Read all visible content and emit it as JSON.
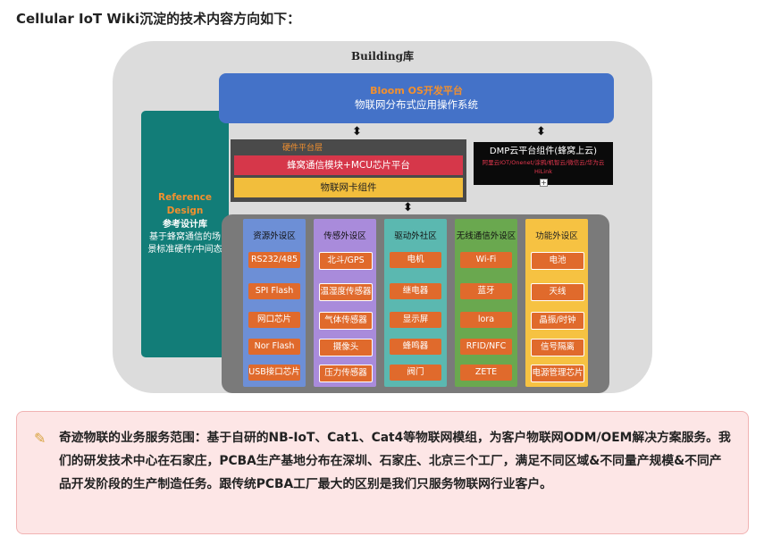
{
  "title": "Cellular IoT Wiki沉淀的技术内容方向如下：",
  "diagram": {
    "building_title": "Building库",
    "reference": {
      "line1": "Reference",
      "line2": "Design",
      "line3": "参考设计库",
      "line4": "基于蜂窝通信的场景标准硬件/中间态"
    },
    "bloom": {
      "line1": "Bloom OS开发平台",
      "line2": "物联网分布式应用操作系统"
    },
    "hardware": {
      "title": "硬件平台层",
      "module": "蜂窝通信模块+MCU芯片平台",
      "card": "物联网卡组件"
    },
    "dmp": {
      "line1": "DMP云平台组件(蜂窝上云)",
      "line2": "阿里云IOT/Onenet/涂鸦/机智云/微信云/华为云HiLink",
      "plus": "+"
    },
    "arrows": {
      "up_down": "⬍"
    },
    "columns": [
      {
        "title": "资源外设区",
        "color": "#6d8fd6",
        "cell_color": "#e06a2c",
        "items": [
          "RS232/485",
          "SPI Flash",
          "网口芯片",
          "Nor Flash",
          "USB接口芯片"
        ]
      },
      {
        "title": "传感外设区",
        "color": "#a98bdb",
        "cell_color": "#e06a2c",
        "items": [
          "北斗/GPS",
          "温湿度传感器",
          "气体传感器",
          "摄像头",
          "压力传感器"
        ]
      },
      {
        "title": "驱动外社区",
        "color": "#5bb8b0",
        "cell_color": "#e06a2c",
        "items": [
          "电机",
          "继电器",
          "显示屏",
          "蜂鸣器",
          "阀门"
        ]
      },
      {
        "title": "无线通信外设区",
        "color": "#6aa84f",
        "cell_color": "#e06a2c",
        "items": [
          "Wi-Fi",
          "蓝牙",
          "lora",
          "RFID/NFC",
          "ZETE"
        ]
      },
      {
        "title": "功能外设区",
        "color": "#f6c242",
        "cell_color": "#e06a2c",
        "items": [
          "电池",
          "天线",
          "晶振/时钟",
          "信号隔离",
          "电源管理芯片"
        ]
      }
    ]
  },
  "callout": {
    "icon": "pencil-icon",
    "text": "奇迹物联的业务服务范围：基于自研的NB-IoT、Cat1、Cat4等物联网模组，为客户物联网ODM/OEM解决方案服务。我们的研发技术中心在石家庄，PCBA生产基地分布在深圳、石家庄、北京三个工厂，满足不同区域&不同量产规模&不同产品开发阶段的生产制造任务。跟传统PCBA工厂最大的区别是我们只服务物联网行业客户。"
  }
}
